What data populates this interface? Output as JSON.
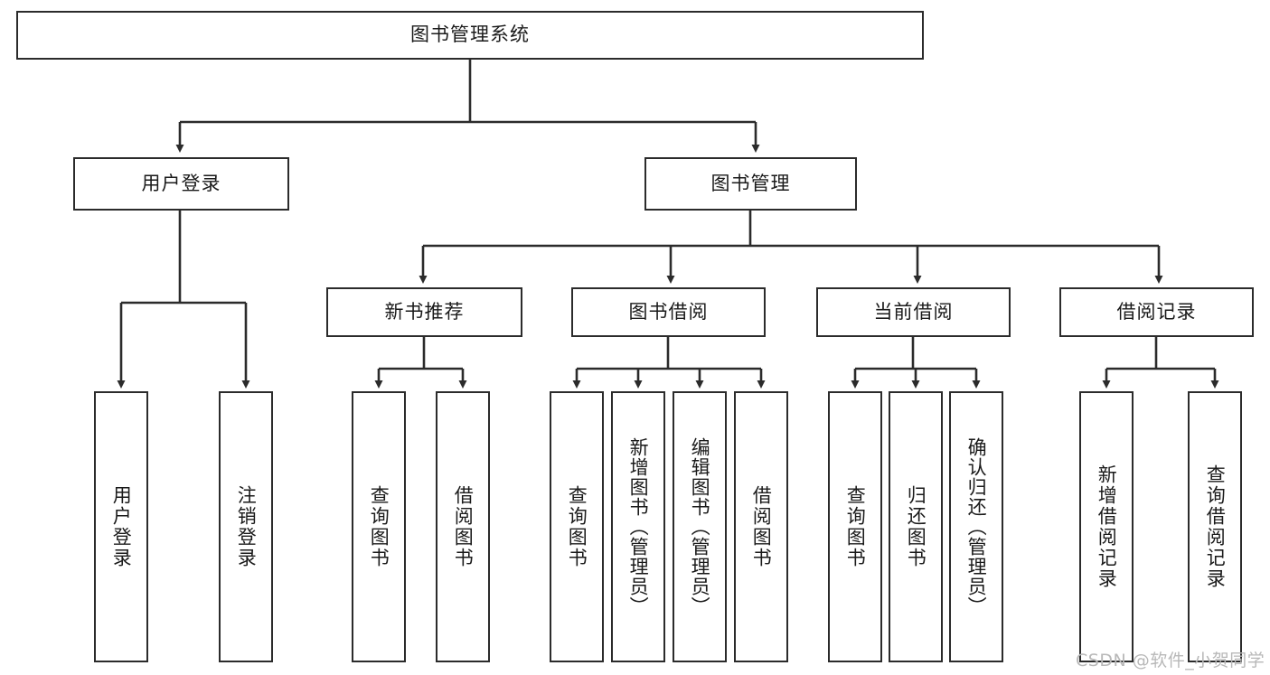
{
  "diagram": {
    "type": "tree-hierarchy-chart",
    "title": "图书管理系统",
    "stroke_color": "#2b2b2b",
    "fill_color": "#ffffff",
    "text_color": "#1a1a1a"
  },
  "nodes": {
    "root": {
      "label": "图书管理系统"
    },
    "level1": [
      {
        "label": "用户登录"
      },
      {
        "label": "图书管理"
      }
    ],
    "level2": [
      {
        "label": "新书推荐"
      },
      {
        "label": "图书借阅"
      },
      {
        "label": "当前借阅"
      },
      {
        "label": "借阅记录"
      }
    ],
    "leaves": {
      "user_login": [
        {
          "label": "用户登录"
        },
        {
          "label": "注销登录"
        }
      ],
      "new_book_recommend": [
        {
          "label": "查询图书"
        },
        {
          "label": "借阅图书"
        }
      ],
      "book_borrow": [
        {
          "label": "查询图书"
        },
        {
          "label": "新增图书（管理员）"
        },
        {
          "label": "编辑图书（管理员）"
        },
        {
          "label": "借阅图书"
        }
      ],
      "current_borrow": [
        {
          "label": "查询图书"
        },
        {
          "label": "归还图书"
        },
        {
          "label": "确认归还（管理员）"
        }
      ],
      "borrow_record": [
        {
          "label": "新增借阅记录"
        },
        {
          "label": "查询借阅记录"
        }
      ]
    }
  },
  "watermark": {
    "text": "CSDN @软件_小贺同学"
  }
}
